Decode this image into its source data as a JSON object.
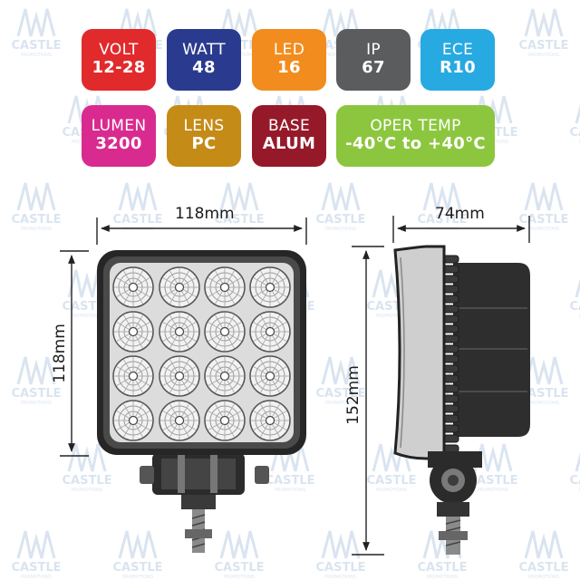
{
  "watermark": {
    "brand": "CASTLE",
    "tagline": "PROMOTIONS"
  },
  "specs": [
    {
      "label": "VOLT",
      "value": "12-28",
      "color": "#e12a2c"
    },
    {
      "label": "WATT",
      "value": "48",
      "color": "#2a3b8f"
    },
    {
      "label": "LED",
      "value": "16",
      "color": "#f28c1e"
    },
    {
      "label": "IP",
      "value": "67",
      "color": "#5b5c5e"
    },
    {
      "label": "ECE",
      "value": "R10",
      "color": "#27a9e1"
    },
    {
      "label": "LUMEN",
      "value": "3200",
      "color": "#d92b8f"
    },
    {
      "label": "LENS",
      "value": "PC",
      "color": "#c48b16"
    },
    {
      "label": "BASE",
      "value": "ALUM",
      "color": "#96192a"
    },
    {
      "label": "OPER TEMP",
      "value": "-40°C to +40°C",
      "color": "#8cc63f"
    }
  ],
  "dimensions": {
    "front_width": "118mm",
    "front_height": "118mm",
    "side_depth": "74mm",
    "side_height": "152mm"
  }
}
